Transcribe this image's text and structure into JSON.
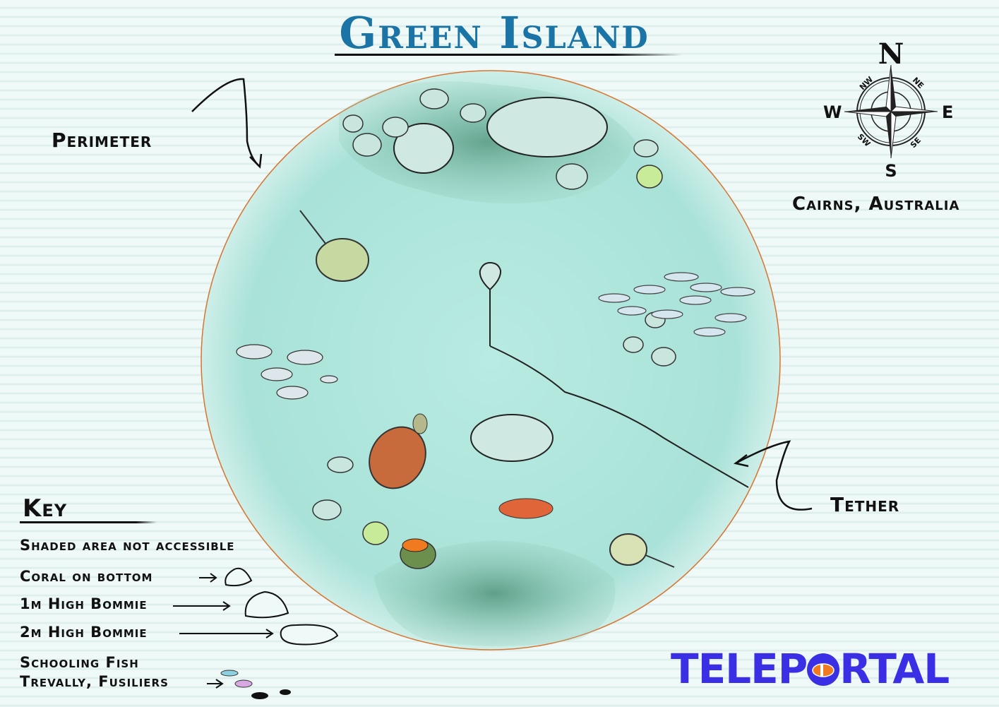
{
  "title": "Green Island",
  "labels": {
    "perimeter": "Perimeter",
    "tether": "Tether",
    "location": "Cairns, Australia"
  },
  "compass": {
    "n": "N",
    "s": "S",
    "e": "E",
    "w": "W",
    "ne": "NE",
    "nw": "NW",
    "se": "SE",
    "sw": "SW"
  },
  "key": {
    "title": "Key",
    "items": [
      "Shaded area not accessible",
      "Coral on bottom",
      "1m High Bommie",
      "2m High Bommie",
      "Schooling Fish",
      "Trevally, Fusiliers"
    ]
  },
  "logo": {
    "before": "TELEP",
    "after": "RTAL",
    "full": "TELEPORTAL"
  },
  "colors": {
    "title": "#1b74a6",
    "water": "#aee3da",
    "perimeter": "#d9742e",
    "logo": "#3b2fe6"
  }
}
